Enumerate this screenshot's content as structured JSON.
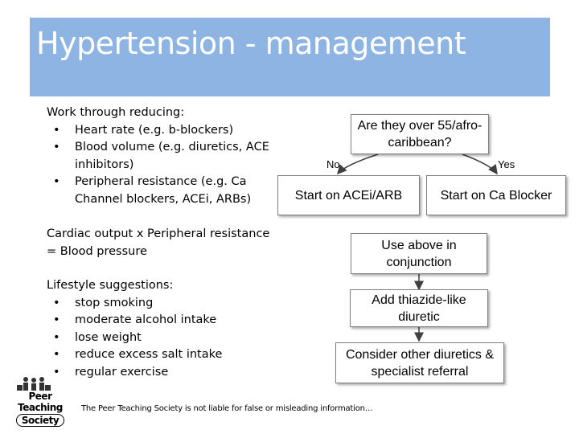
{
  "title": "Hypertension - management",
  "left": {
    "reduce_heading": "Work through reducing:",
    "reduce_items": [
      "Heart rate (e.g. b-blockers)",
      "Blood volume (e.g. diuretics, ACE inhibitors)",
      "Peripheral resistance (e.g. Ca Channel blockers, ACEi, ARBs)"
    ],
    "formula": "Cardiac output x Peripheral resistance = Blood pressure",
    "lifestyle_heading": "Lifestyle suggestions:",
    "lifestyle_items": [
      "stop smoking",
      "moderate alcohol intake",
      "lose weight",
      "reduce excess salt intake",
      "regular exercise"
    ]
  },
  "flow": {
    "question": "Are they over 55/afro-caribbean?",
    "no_label": "No",
    "yes_label": "Yes",
    "no_box": "Start on ACEi/ARB",
    "yes_box": "Start on Ca Blocker",
    "step_1": "Use above in conjunction",
    "step_2": "Add thiazide-like diuretic",
    "step_3": "Consider other diuretics & specialist referral"
  },
  "footer": "The Peer Teaching Society is not liable for false or misleading information…",
  "logo": {
    "line1": "Peer Teaching",
    "line2": "Society",
    "icon": "people-icon"
  },
  "colors": {
    "title_bar": "#8eb4e3",
    "title_text": "#ffffff",
    "box_border": "#808080",
    "arrow": "#404040"
  }
}
